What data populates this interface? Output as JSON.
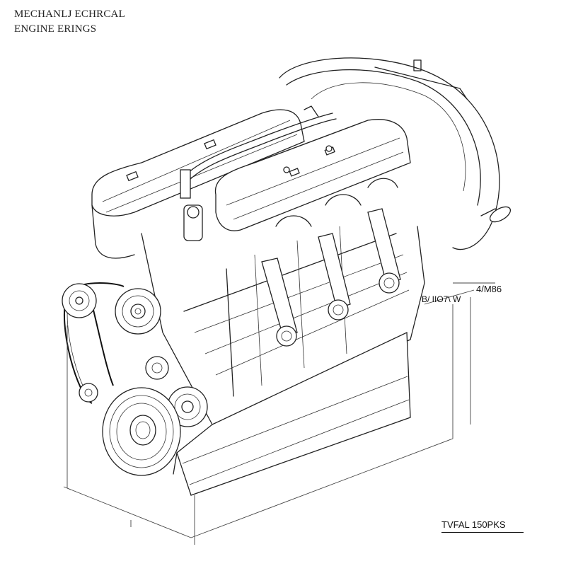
{
  "header": {
    "title_line1": "MECHANLJ ECHRCAL",
    "title_line2": "ENGINE ERINGS"
  },
  "dimensions": {
    "label_right": "4/M86",
    "label_side": "B/ IIO7\\ W",
    "total_label": "TVFAL 150PKS"
  }
}
